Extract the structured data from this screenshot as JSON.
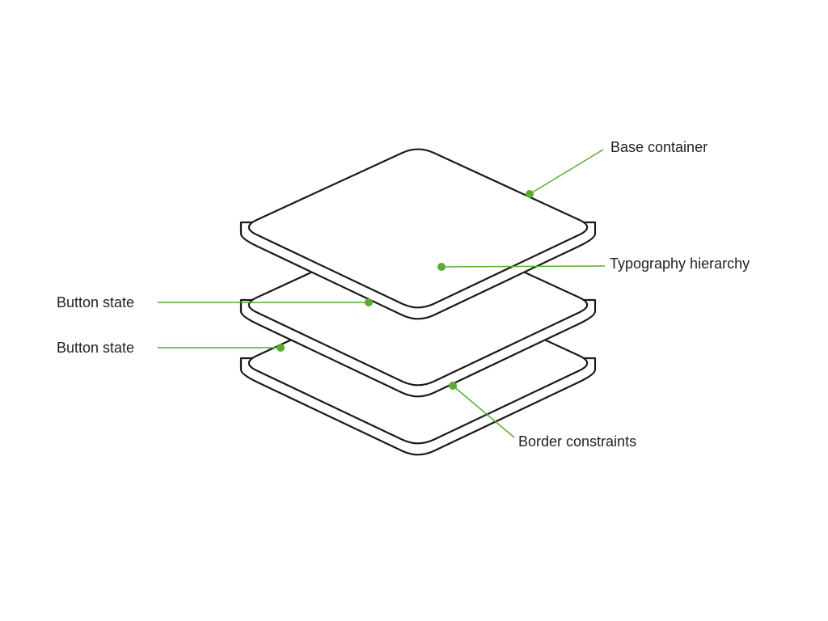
{
  "colors": {
    "accent": "#5aac32",
    "stroke": "#1a1a1a",
    "text": "#222222"
  },
  "layers": [
    "top",
    "middle",
    "bottom"
  ],
  "annotations": [
    {
      "id": "base-container",
      "label": "Base container"
    },
    {
      "id": "typography-hierarchy",
      "label": "Typography hierarchy"
    },
    {
      "id": "button-state-1",
      "label": "Button state"
    },
    {
      "id": "button-state-2",
      "label": "Button state"
    },
    {
      "id": "border-constraints",
      "label": "Border constraints"
    }
  ]
}
